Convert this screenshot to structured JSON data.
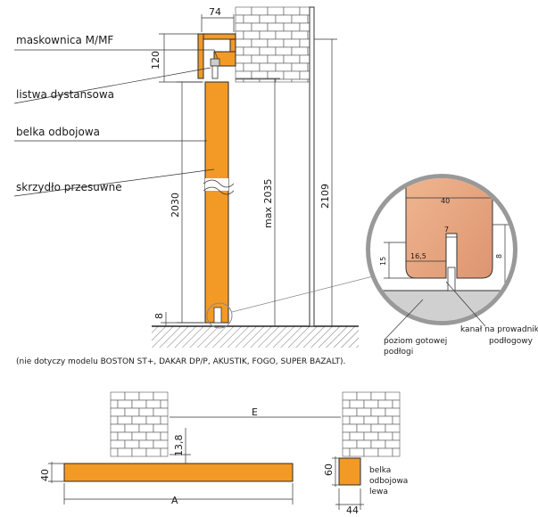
{
  "labels": {
    "maskownica": "maskownica M/MF",
    "listwa": "listwa dystansowa",
    "belka": "belka odbojowa",
    "skrzydlo": "skrzydło przesuwne",
    "poziom_line1": "poziom gotowej",
    "poziom_line2": "podłogi",
    "kanal_line1": "kanał na prowadnik",
    "kanal_line2": "podłogowy",
    "belka_lewa_line1": "belka",
    "belka_lewa_line2": "odbojowa",
    "belka_lewa_line3": "lewa"
  },
  "dimensions": {
    "d74": "74",
    "d120": "120",
    "d2030": "2030",
    "d2035": "max 2035",
    "d2109": "2109",
    "d8": "8",
    "d40": "40",
    "d7": "7",
    "d15": "15",
    "d16_5": "16,5",
    "d8b": "8",
    "dE": "E",
    "d13_8": "13,8",
    "d40b": "40",
    "dA": "A",
    "d60": "60",
    "d44": "44"
  },
  "note": "(nie dotyczy modelu BOSTON ST+, DAKAR DP/P, AKUSTIK, FOGO, SUPER BAZALT).",
  "colors": {
    "door": "#f39a26",
    "wood": "#e9a882",
    "wood_dark": "#d98f6a",
    "floor_fill": "#cfcfcf",
    "line": "#333333"
  }
}
